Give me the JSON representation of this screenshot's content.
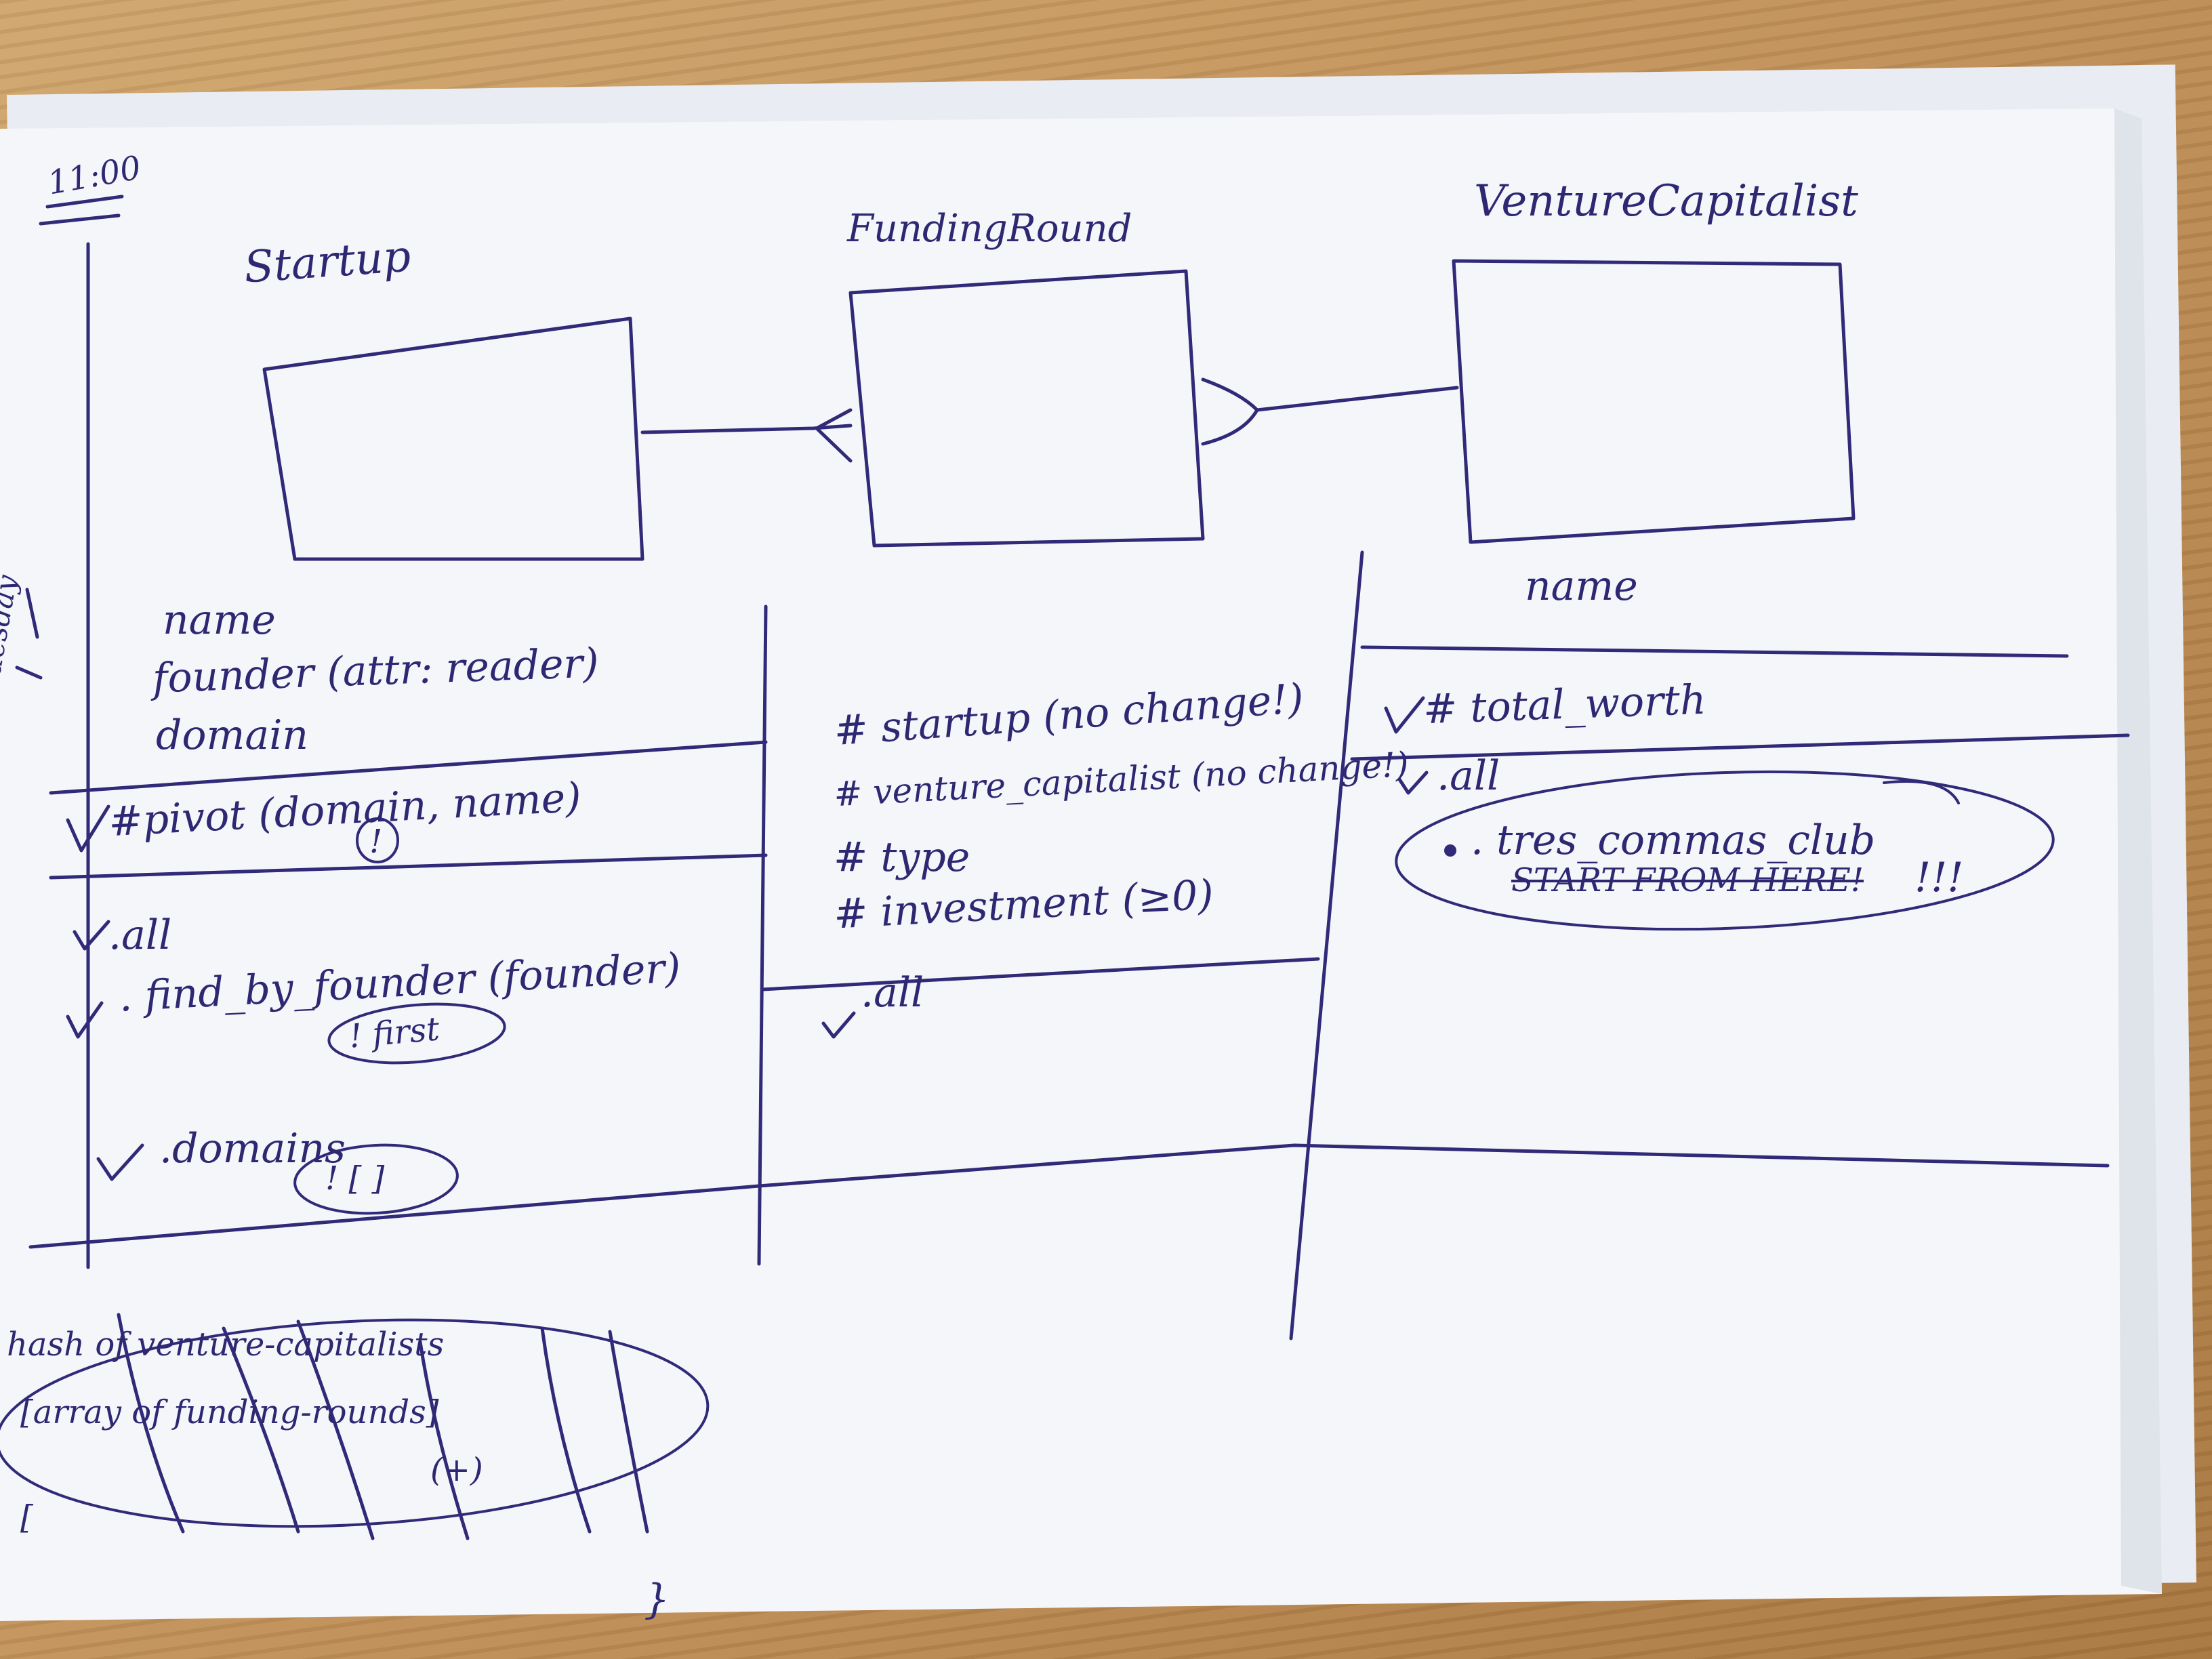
{
  "time_note": "11:00",
  "side_note": "Tuesday",
  "entities": {
    "startup": {
      "title": "Startup"
    },
    "funding_round": {
      "title": "FundingRound"
    },
    "venture_capitalist": {
      "title": "VentureCapitalist"
    }
  },
  "startup_column": {
    "attributes": [
      "name",
      "founder (attr: reader)",
      "domain"
    ],
    "instance_methods": [
      "#pivot (domain, name)"
    ],
    "class_methods": [
      ".all",
      ". find_by_founder (founder)",
      ".domains"
    ],
    "annotations": [
      "!",
      "! first",
      "! [ ]"
    ],
    "checks": [
      "✓",
      "✓",
      "✓",
      "✓"
    ]
  },
  "funding_round_column": {
    "instance_methods": [
      "# startup (no change!)",
      "# venture_capitalist (no change!)",
      "# type",
      "# investment (≥0)"
    ],
    "class_methods": [
      ".all"
    ],
    "checks": [
      "✓"
    ]
  },
  "venture_capitalist_column": {
    "attributes": [
      "name"
    ],
    "instance_methods": [
      "# total_worth"
    ],
    "class_methods": [
      ".all",
      ". tres_commas_club"
    ],
    "note": "START FROM HERE!",
    "emphasis": "!!!",
    "checks": [
      "✓",
      "✓"
    ]
  },
  "bottom_note": {
    "line1": "hash of venture-capitalists",
    "line2": "[array of funding-rounds]",
    "line3": "[",
    "mark": "(+)",
    "brace": "}"
  }
}
